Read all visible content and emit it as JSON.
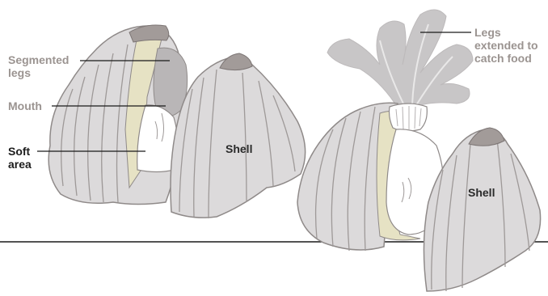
{
  "labels": {
    "segmented_legs": "Segmented\nlegs",
    "mouth": "Mouth",
    "soft_area": "Soft\narea",
    "shell_left": "Shell",
    "legs_extended": "Legs\nextended to\ncatch food",
    "shell_right": "Shell"
  },
  "colors": {
    "shell_fill": "#dcdadb",
    "shell_stroke": "#8f8a89",
    "plate_tip": "#a29b99",
    "soft_fill": "#ffffff",
    "cream": "#e6e2c4",
    "legs_fill": "#c8c6c7",
    "label_muted": "#9b9491",
    "label_dark": "#1c1c1c"
  }
}
